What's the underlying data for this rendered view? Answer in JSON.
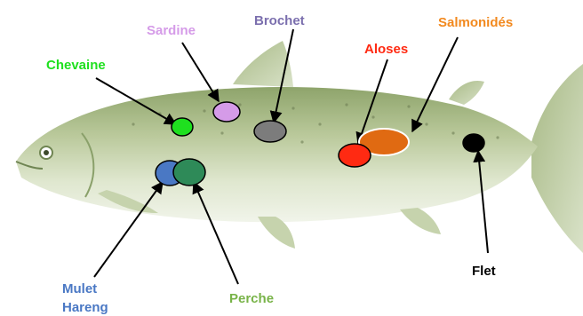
{
  "labels": {
    "chevaine": "Chevaine",
    "sardine": "Sardine",
    "brochet": "Brochet",
    "aloses": "Aloses",
    "salmonides": "Salmonidés",
    "flet": "Flet",
    "mulet": "Mulet",
    "hareng": "Hareng",
    "perche": "Perche"
  },
  "colors": {
    "chevaine": "#1fe01f",
    "sardine": "#d59be8",
    "brochet": "#7b6fae",
    "brochet_dot": "#7c7c7c",
    "aloses": "#ff2a12",
    "salmonides": "#f2891e",
    "salmonides_dot": "#e06a12",
    "flet": "#000000",
    "mulet": "#4a78c4",
    "perche": "#78b348",
    "perche_dot": "#2e8a58"
  }
}
